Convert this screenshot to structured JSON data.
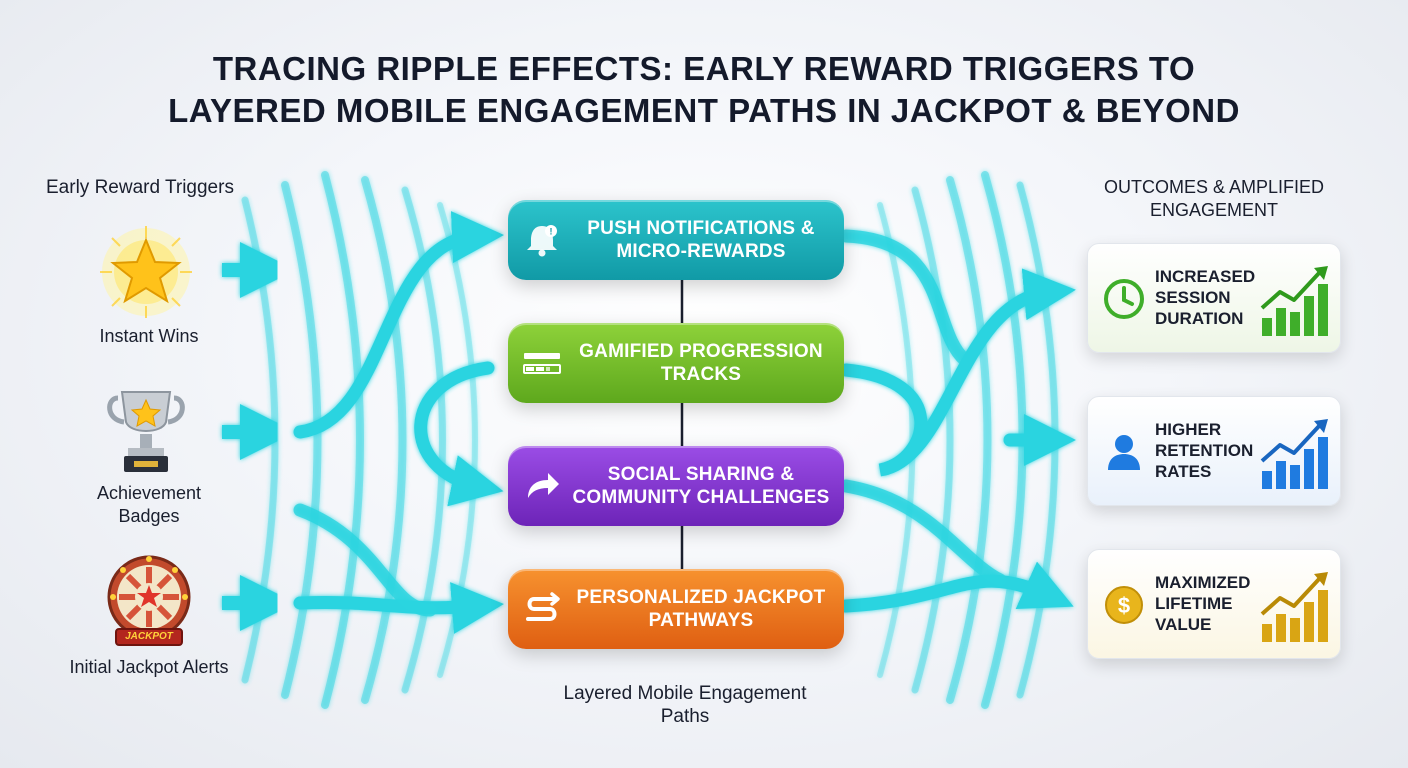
{
  "title": {
    "line1": "TRACING RIPPLE EFFECTS: EARLY REWARD TRIGGERS TO",
    "line2": "LAYERED MOBILE ENGAGEMENT PATHS IN JACKPOT & BEYOND"
  },
  "left_section": {
    "label": "Early Reward Triggers",
    "triggers": [
      {
        "label": "Instant Wins",
        "icon": "star-icon"
      },
      {
        "label": "Achievement Badges",
        "icon": "trophy-icon"
      },
      {
        "label": "Initial Jackpot Alerts",
        "icon": "jackpot-wheel-icon",
        "icon_text": "JACKPOT"
      }
    ]
  },
  "middle_section": {
    "label": "Layered Mobile Engagement Paths",
    "paths": [
      {
        "label": "PUSH NOTIFICATIONS & MICRO-REWARDS",
        "icon": "bell-icon",
        "color": "#1aaab5"
      },
      {
        "label": "GAMIFIED PROGRESSION TRACKS",
        "icon": "progress-bar-icon",
        "color": "#74bd28"
      },
      {
        "label": "SOCIAL SHARING & COMMUNITY CHALLENGES",
        "icon": "share-arrow-icon",
        "color": "#8236d0"
      },
      {
        "label": "PERSONALIZED JACKPOT PATHWAYS",
        "icon": "route-icon",
        "color": "#ec7a20"
      }
    ]
  },
  "right_section": {
    "label": "OUTCOMES & AMPLIFIED ENGAGEMENT",
    "outcomes": [
      {
        "label": "INCREASED SESSION DURATION",
        "icon": "clock-icon",
        "chart_icon": "green-growth-chart-icon",
        "color": "#3fae2a"
      },
      {
        "label": "HIGHER RETENTION RATES",
        "icon": "user-icon",
        "chart_icon": "blue-growth-chart-icon",
        "color": "#1f7be0"
      },
      {
        "label": "MAXIMIZED LIFETIME VALUE",
        "icon": "dollar-coin-icon",
        "chart_icon": "gold-growth-chart-icon",
        "color": "#d9a514"
      }
    ]
  },
  "colors": {
    "ripple": "#2ad4e0",
    "connector": "#1a1f2e"
  }
}
